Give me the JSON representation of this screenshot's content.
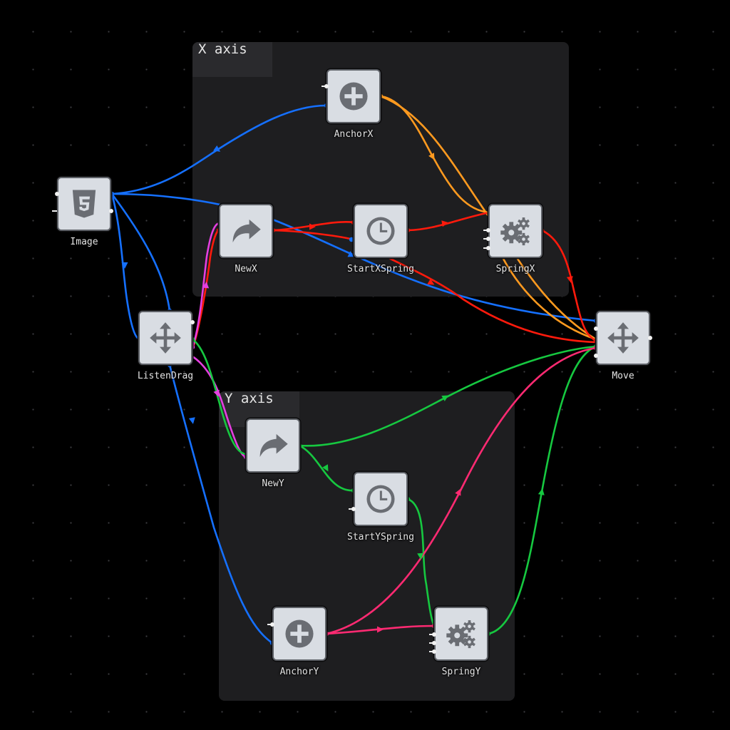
{
  "groups": {
    "x": {
      "title": "X axis"
    },
    "y": {
      "title": "Y axis"
    }
  },
  "nodes": {
    "image": {
      "label": "Image",
      "icon": "html5-icon"
    },
    "listendrag": {
      "label": "ListenDrag",
      "icon": "move-arrows-icon"
    },
    "anchorx": {
      "label": "AnchorX",
      "icon": "plus-circle-icon"
    },
    "newx": {
      "label": "NewX",
      "icon": "share-arrow-icon"
    },
    "startxspring": {
      "label": "StartXSpring",
      "icon": "clock-icon"
    },
    "springx": {
      "label": "SpringX",
      "icon": "gears-icon"
    },
    "move": {
      "label": "Move",
      "icon": "move-arrows-icon"
    },
    "newy": {
      "label": "NewY",
      "icon": "share-arrow-icon"
    },
    "startyspring": {
      "label": "StartYSpring",
      "icon": "clock-icon"
    },
    "anchory": {
      "label": "AnchorY",
      "icon": "plus-circle-icon"
    },
    "springy": {
      "label": "SpringY",
      "icon": "gears-icon"
    }
  },
  "colors": {
    "blue": "#1570ff",
    "orange": "#ff9a1f",
    "red": "#ff1a0c",
    "green": "#16c840",
    "magenta": "#e53fe0",
    "pink": "#ff2a72",
    "icon": "#6a6d73",
    "node_bg": "#d9dde3"
  }
}
